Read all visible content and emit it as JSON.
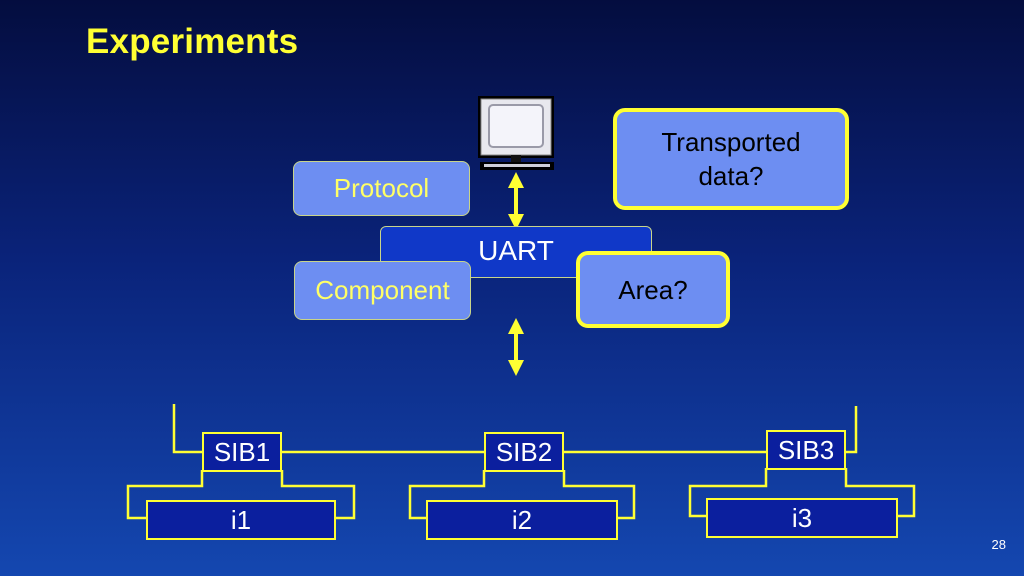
{
  "title": "Experiments",
  "labels": {
    "protocol": "Protocol",
    "component": "Component",
    "uart": "UART",
    "area": "Area?",
    "transported": "Transported data?",
    "sib1": "SIB1",
    "sib2": "SIB2",
    "sib3": "SIB3",
    "i1": "i1",
    "i2": "i2",
    "i3": "i3"
  },
  "page_number": "28",
  "colors": {
    "accent_yellow": "#ffff33",
    "light_box": "#6d8ef2",
    "dark_box": "#0b1f9e",
    "uart_box": "#1038c8"
  },
  "icons": [
    "computer-monitor-icon",
    "double-arrow-icon"
  ]
}
